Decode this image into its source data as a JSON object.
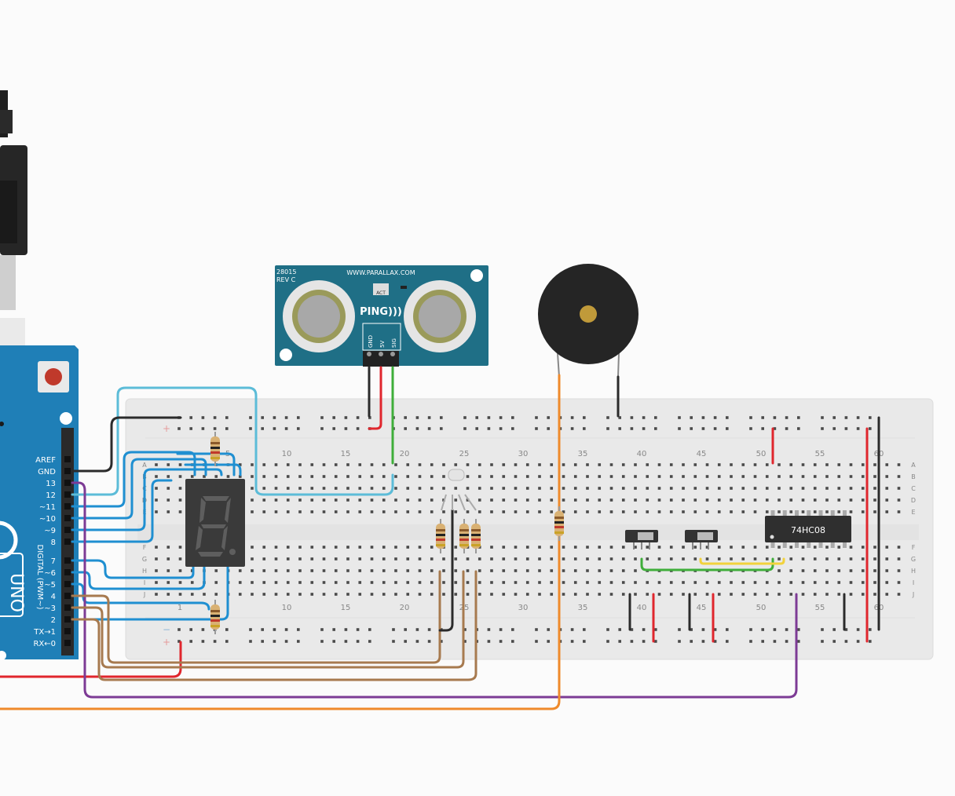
{
  "arduino": {
    "pin_labels": [
      "AREF",
      "GND",
      "13",
      "12",
      "~11",
      "~10",
      "~9",
      "8",
      "7",
      "~6",
      "~5",
      "4",
      "~3",
      "2",
      "TX→1",
      "RX←0"
    ],
    "board_text": "UNO",
    "digital_text": "DIGITAL (PWM~)"
  },
  "ping_sensor": {
    "model": "28015",
    "rev": "REV C",
    "website": "WWW.PARALLAX.COM",
    "act_label": "ACT",
    "brand": "PING)))",
    "pins": [
      "GND",
      "5V",
      "SIG"
    ]
  },
  "breadboard": {
    "column_numbers_top": [
      "5",
      "10",
      "15",
      "20",
      "25",
      "30",
      "35",
      "40",
      "45",
      "50",
      "55",
      "60"
    ],
    "column_numbers_bottom": [
      "1",
      "10",
      "15",
      "20",
      "25",
      "30",
      "35",
      "40",
      "45",
      "50",
      "55",
      "60"
    ],
    "row_letters_top": [
      "A",
      "B",
      "C",
      "D",
      "E"
    ],
    "row_letters_bottom": [
      "F",
      "G",
      "H",
      "I",
      "J"
    ],
    "rail_plus": "+",
    "rail_minus": "−"
  },
  "ic_chip": {
    "label": "74HC08"
  },
  "colors": {
    "wire_blue": "#1f8fd1",
    "wire_lightblue": "#5cbcd8",
    "wire_black": "#2b2b2b",
    "wire_red": "#e0262d",
    "wire_green": "#3fae3a",
    "wire_orange": "#ef8a2b",
    "wire_brown": "#a77a4f",
    "wire_purple": "#7d3b95",
    "wire_yellow": "#f2d23c",
    "arduino": "#1f7fb7",
    "ping_board": "#1f6f86",
    "breadboard": "#ececec"
  }
}
